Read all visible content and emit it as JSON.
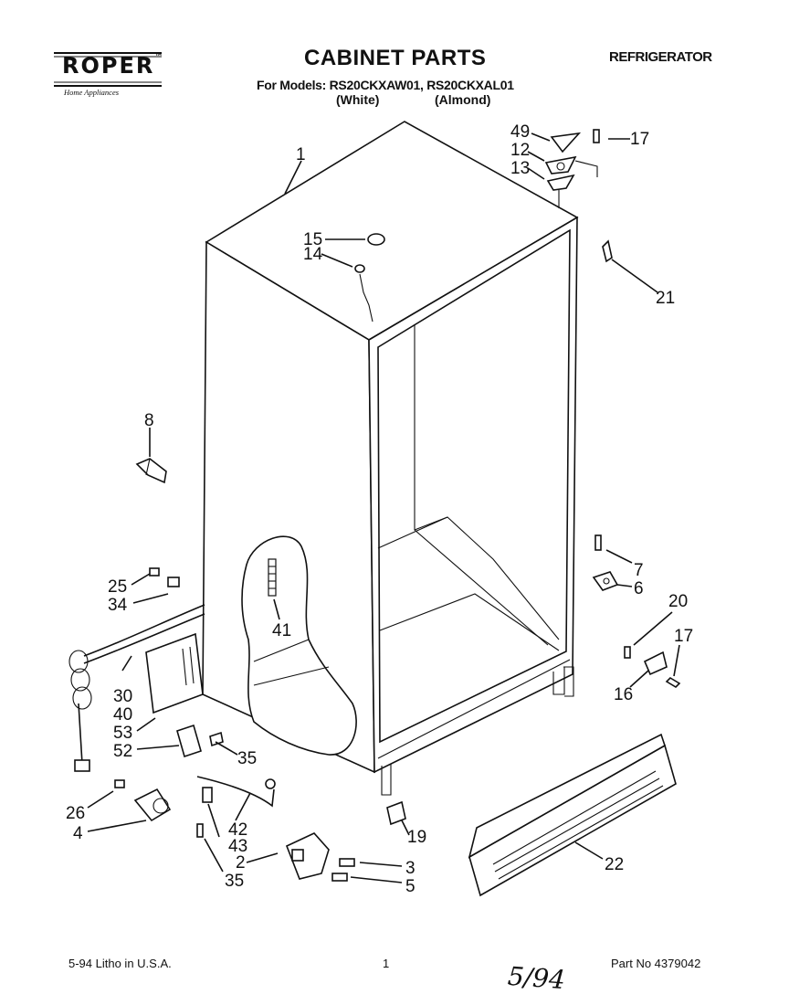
{
  "header": {
    "brand": "ROPER",
    "brand_tm": "™",
    "brand_subtitle": "Home Appliances",
    "title": "CABINET PARTS",
    "models_line": "For Models: RS20CKXAW01, RS20CKXAL01",
    "variant_white": "(White)",
    "variant_almond": "(Almond)",
    "category": "REFRIGERATOR"
  },
  "footer": {
    "litho": "5-94  Litho in U.S.A.",
    "page_number": "1",
    "handwritten_note": "5/94",
    "part_number": "Part No 4379042"
  },
  "callouts": [
    "1",
    "49",
    "12",
    "13",
    "17",
    "15",
    "14",
    "21",
    "8",
    "7",
    "6",
    "25",
    "34",
    "41",
    "20",
    "17",
    "16",
    "30",
    "40",
    "53",
    "52",
    "35",
    "26",
    "4",
    "42",
    "43",
    "35",
    "2",
    "3",
    "5",
    "19",
    "22"
  ]
}
